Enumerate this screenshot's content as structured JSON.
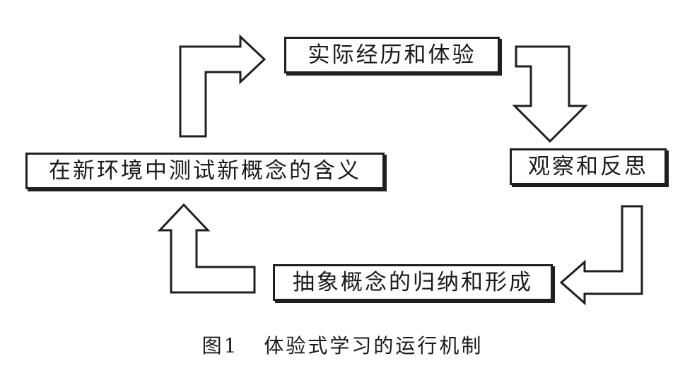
{
  "nodes": {
    "experience": "实际经历和体验",
    "reflection": "观察和反思",
    "abstraction": "抽象概念的归纳和形成",
    "testing": "在新环境中测试新概念的含义"
  },
  "caption": {
    "label": "图1",
    "title": "体验式学习的运行机制"
  }
}
